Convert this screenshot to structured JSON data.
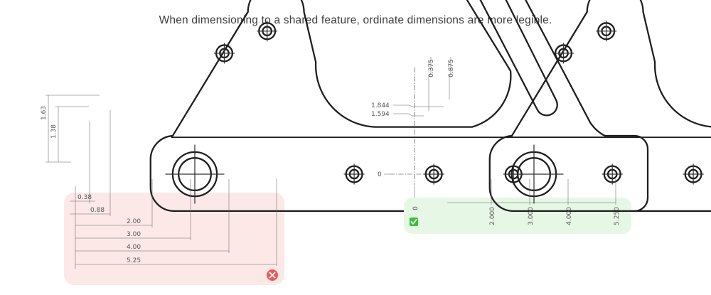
{
  "caption": "When dimensioning to a shared feature, ordinate dimensions are more legible.",
  "colors": {
    "bad_fill": "#fde8e8",
    "good_fill": "#e6f7e6",
    "bad_icon": "#ea5a5a",
    "good_icon": "#3cbf3c",
    "line": "#1e1e1e",
    "dim_line": "#666666"
  },
  "left_drawing": {
    "status_icon": "error-x-icon",
    "vertical_dims": [
      "1.63",
      "1.38"
    ],
    "horizontal_dims": [
      "0.38",
      "0.88",
      "2.00",
      "3.00",
      "4.00",
      "5.25"
    ]
  },
  "right_drawing": {
    "status_icon": "check-icon",
    "top_ordinates": [
      "0.375",
      "0.875"
    ],
    "left_ordinates": [
      "1.844",
      "1.594",
      "0"
    ],
    "bottom_ordinates": [
      "0",
      "2.000",
      "3.000",
      "4.000",
      "5.250"
    ]
  }
}
